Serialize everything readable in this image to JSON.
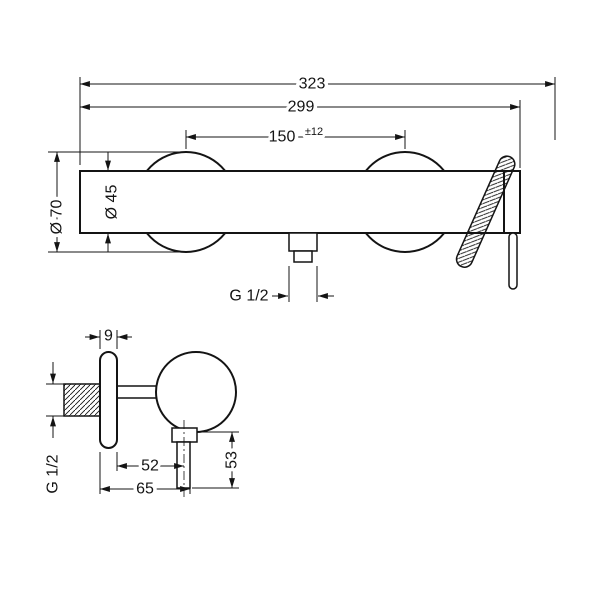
{
  "front_view": {
    "overall_width": "323",
    "body_width": "299",
    "connection_spacing": "150",
    "connection_spacing_tolerance": "±12",
    "escutcheon_diameter": "Ø 70",
    "body_diameter": "Ø 45",
    "outlet_connection": "G 1/2"
  },
  "side_view": {
    "plate_thickness": "9",
    "outlet_offset": "52",
    "depth": "65",
    "outlet_drop": "53",
    "inlet_connection": "G 1/2"
  }
}
